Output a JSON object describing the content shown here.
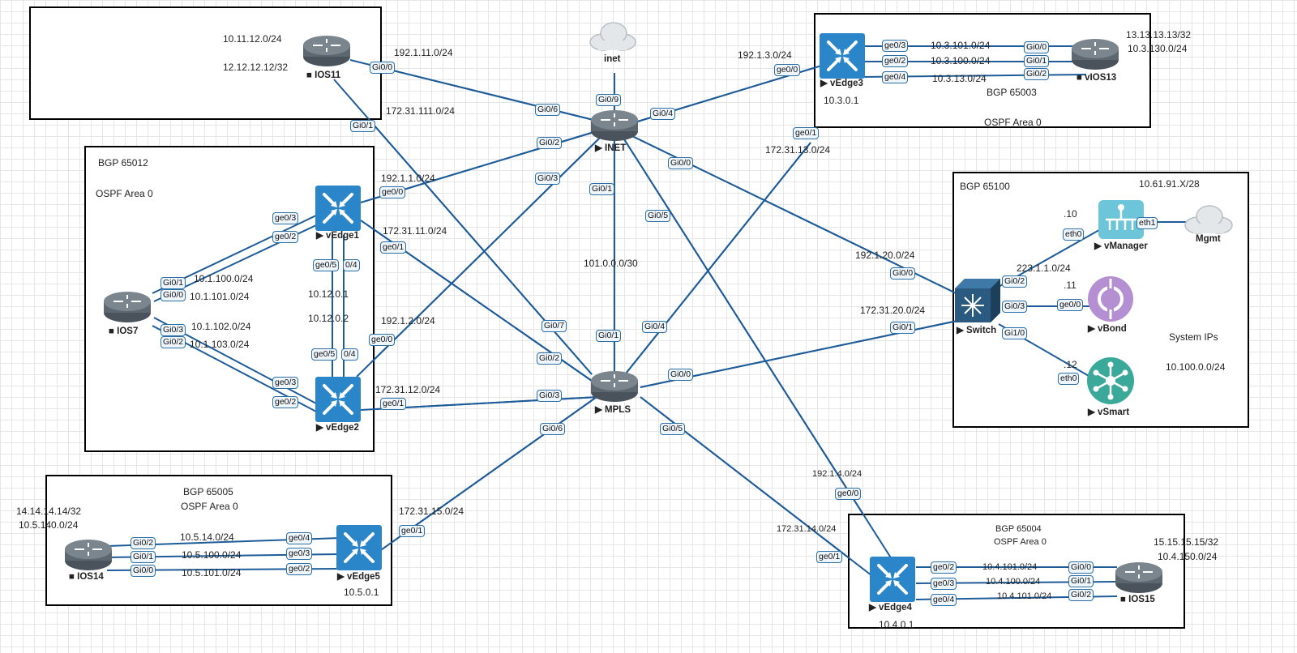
{
  "boxes": {
    "ios11": {
      "lines": [
        "10.11.12.0/24",
        "12.12.12.12/32"
      ]
    },
    "site12": {
      "bgp": "BGP 65012",
      "ospf": "OSPF Area 0"
    },
    "site3": {
      "bgp": "BGP 65003",
      "ospf": "OSPF Area 0",
      "sys": "10.3.0.1",
      "loop1": "13.13.13.13/32",
      "loop2": "10.3.130.0/24"
    },
    "site100": {
      "bgp": "BGP 65100",
      "mgmtnet": "10.61.91.X/28",
      "sysips": "System IPs",
      "sysnet": "10.100.0.0/24"
    },
    "site5": {
      "bgp": "BGP 65005",
      "ospf": "OSPF Area 0",
      "loop1": "14.14.14.14/32",
      "loop2": "10.5.140.0/24",
      "sys": "10.5.0.1"
    },
    "site4": {
      "bgp": "BGP 65004",
      "ospf": "OSPF Area 0",
      "loop1": "15.15.15.15/32",
      "loop2": "10.4.150.0/24",
      "sys": "10.4.0.1"
    }
  },
  "nodes": {
    "ios11": "IOS11",
    "ios7": "IOS7",
    "vedge1": "vEdge1",
    "vedge2": "vEdge2",
    "inet_cloud": "inet",
    "inet": "INET",
    "mpls": "MPLS",
    "vedge3": "vEdge3",
    "vios13": "vIOS13",
    "switch": "Switch",
    "vmanager": "vManager",
    "vbond": "vBond",
    "vsmart": "vSmart",
    "mgmt": "Mgmt",
    "ios14": "IOS14",
    "vedge5": "vEdge5",
    "vedge4": "vEdge4",
    "ios15": "IOS15"
  },
  "subnets": {
    "s1": "192.1.11.0/24",
    "s2": "172.31.111.0/24",
    "s3": "192.1.1.0/24",
    "s4": "172.31.11.0/24",
    "s5": "10.1.100.0/24",
    "s6": "10.1.101.0/24",
    "s7": "10.1.102.0/24",
    "s8": "10.1.103.0/24",
    "s9": "10.12.0.1",
    "s10": "10.12.0.2",
    "s11": "192.1.2.0/24",
    "s12": "172.31.12.0/24",
    "s13": "101.0.0.0/30",
    "s14": "192.1.3.0/24",
    "s15": "172.31.13.0/24",
    "s16": "10.3.101.0/24",
    "s17": "10.3.100.0/24",
    "s18": "10.3.13.0/24",
    "s19": "192.1.20.0/24",
    "s20": "172.31.20.0/24",
    "s21": "223.1.1.0/24",
    "s22": ".10",
    "s23": ".11",
    "s24": ".12",
    "s25": "172.31.15.0/24",
    "s26": "10.5.14.0/24",
    "s27": "10.5.100.0/24",
    "s28": "10.5.101.0/24",
    "s29": "192.1.4.0/24",
    "s30": "172.31.14.0/24",
    "s31": "10.4.101.0/24",
    "s32": "10.4.100.0/24",
    "s33": "10.4.101.0/24"
  },
  "ports": {
    "p1": "Gi0/0",
    "p2": "Gi0/1",
    "p3": "Gi0/6",
    "p4": "Gi0/9",
    "p5": "Gi0/2",
    "p6": "Gi0/3",
    "p7": "Gi0/1",
    "p8": "Gi0/5",
    "p9": "Gi0/0",
    "p10": "Gi0/4",
    "p11": "ge0/0",
    "p12": "ge0/1",
    "p13": "ge0/3",
    "p14": "ge0/2",
    "p15": "ge0/5",
    "p16": "0/4",
    "p17": "ge0/5",
    "p18": "0/4",
    "p19": "ge0/0",
    "p20": "ge0/3",
    "p21": "ge0/2",
    "p22": "ge0/1",
    "p23": "Gi0/1",
    "p24": "Gi0/0",
    "p25": "Gi0/3",
    "p26": "Gi0/2",
    "p27": "Gi0/7",
    "p28": "Gi0/1",
    "p29": "Gi0/4",
    "p30": "Gi0/2",
    "p31": "Gi0/3",
    "p32": "Gi0/0",
    "p33": "Gi0/6",
    "p34": "Gi0/5",
    "p35": "ge0/0",
    "p36": "ge0/1",
    "p37": "ge0/3",
    "p38": "ge0/2",
    "p39": "ge0/4",
    "p40": "Gi0/0",
    "p41": "Gi0/1",
    "p42": "Gi0/2",
    "p43": "Gi0/0",
    "p44": "Gi0/1",
    "p45": "Gi0/2",
    "p46": "Gi0/3",
    "p47": "Gi1/0",
    "p48": "eth0",
    "p49": "eth1",
    "p50": "ge0/0",
    "p51": "eth0",
    "p52": "ge0/1",
    "p53": "Gi0/2",
    "p54": "Gi0/1",
    "p55": "Gi0/0",
    "p56": "ge0/4",
    "p57": "ge0/3",
    "p58": "ge0/2",
    "p59": "ge0/0",
    "p60": "ge0/1",
    "p61": "ge0/2",
    "p62": "ge0/3",
    "p63": "ge0/4",
    "p64": "Gi0/0",
    "p65": "Gi0/1",
    "p66": "Gi0/2"
  },
  "colors": {
    "link": "#1d5c99",
    "router": "#5d6770",
    "vedge": "#2a86c8",
    "switch": "#2a5a80",
    "vmanager": "#6cc5d9",
    "vbond": "#b48fd1",
    "vsmart": "#3aa99a"
  }
}
